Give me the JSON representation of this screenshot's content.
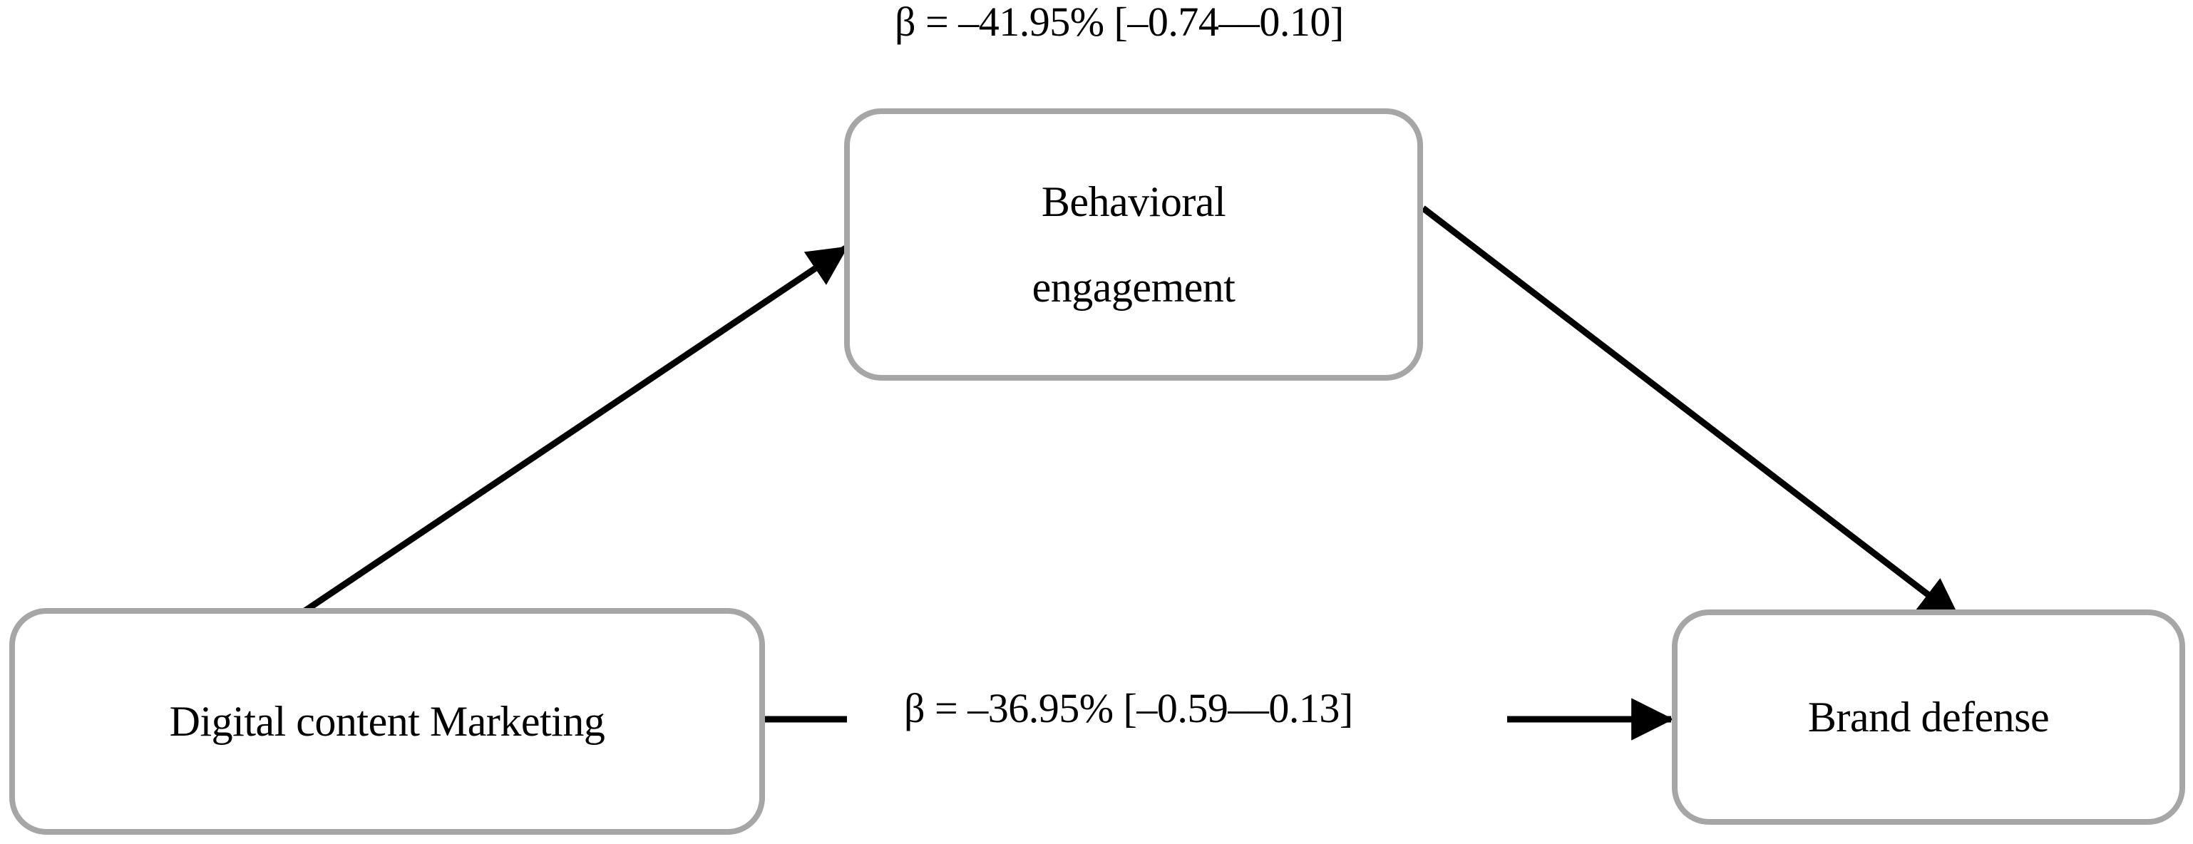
{
  "diagram": {
    "type": "mediation-path-diagram",
    "background_color": "#ffffff",
    "node_border_color": "#a6a6a6",
    "edge_color": "#000000",
    "nodes": {
      "predictor": {
        "id": "digital-content-marketing",
        "label": "Digital content Marketing",
        "role": "independent variable"
      },
      "mediator": {
        "id": "behavioral-engagement",
        "label_line_1": "Behavioral",
        "label_line_2": "engagement",
        "role": "mediator"
      },
      "outcome": {
        "id": "brand-defense",
        "label": "Brand defense",
        "role": "dependent variable"
      }
    },
    "paths": {
      "indirect_via_mediator": {
        "label": "β = –41.95% [–0.74––0.10]",
        "beta": "–41.95%",
        "ci_lower": "–0.74",
        "ci_upper": "–0.10"
      },
      "direct": {
        "label": "β = –36.95% [–0.59––0.13]",
        "beta": "–36.95%",
        "ci_lower": "–0.59",
        "ci_upper": "–0.13"
      }
    }
  }
}
